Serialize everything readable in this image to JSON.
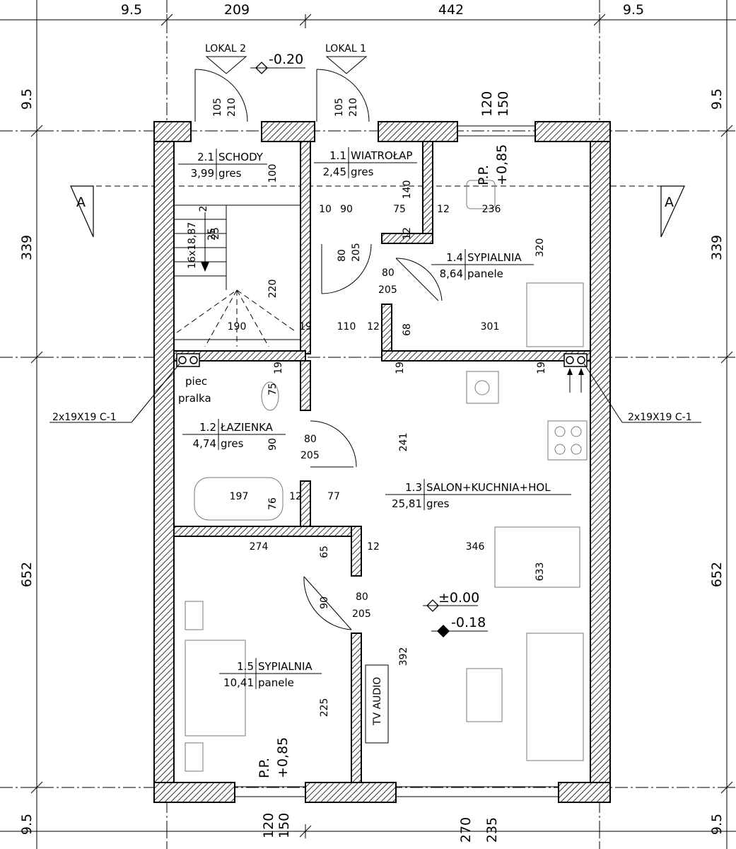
{
  "dimensions": {
    "top": [
      "9.5",
      "209",
      "442",
      "9.5"
    ],
    "bottom": [
      "270",
      "235"
    ],
    "left": [
      "9.5",
      "339",
      "652",
      "9.5"
    ],
    "right": [
      "9.5",
      "339",
      "652",
      "9.5"
    ],
    "inner": [
      "100",
      "140",
      "10",
      "90",
      "75",
      "12",
      "236",
      "220",
      "190",
      "19",
      "110",
      "12",
      "68",
      "301",
      "320",
      "75",
      "90",
      "197",
      "12",
      "77",
      "76",
      "241",
      "274",
      "65",
      "12",
      "346",
      "633",
      "90",
      "392",
      "225",
      "19",
      "19",
      "25",
      "2",
      "19",
      "12"
    ]
  },
  "doors": [
    {
      "w": "105",
      "h": "210"
    },
    {
      "w": "105",
      "h": "210"
    },
    {
      "w": "120",
      "h": "150"
    },
    {
      "w": "80",
      "h": "205"
    },
    {
      "w": "80",
      "h": "205"
    },
    {
      "w": "80",
      "h": "205"
    },
    {
      "w": "80",
      "h": "205"
    },
    {
      "w": "120",
      "h": "150"
    }
  ],
  "entrances": [
    "LOKAL 2",
    "LOKAL 1"
  ],
  "levels": {
    "entrance": "-0.20",
    "main": "±0.00",
    "secondary": "-0.18"
  },
  "windows": {
    "sill_top": "P.P.",
    "sill_top_val": "+0,85",
    "sill_bottom": "P.P.",
    "sill_bottom_val": "+0,85"
  },
  "section": {
    "mark_left": "A",
    "mark_right": "A"
  },
  "chimney": {
    "left": "2x19X19 C-1",
    "right": "2x19X19 C-1"
  },
  "stairs": {
    "count": "16x18,87",
    "tread": "25"
  },
  "rooms": [
    {
      "number": "2.1",
      "name": "SCHODY",
      "area": "3,99",
      "floor": "gres"
    },
    {
      "number": "1.1",
      "name": "WIATROŁAP",
      "area": "2,45",
      "floor": "gres"
    },
    {
      "number": "1.4",
      "name": "SYPIALNIA",
      "area": "8,64",
      "floor": "panele"
    },
    {
      "number": "1.2",
      "name": "ŁAZIENKA",
      "area": "4,74",
      "floor": "gres"
    },
    {
      "number": "1.3",
      "name": "SALON+KUCHNIA+HOL",
      "area": "25,81",
      "floor": "gres"
    },
    {
      "number": "1.5",
      "name": "SYPIALNIA",
      "area": "10,41",
      "floor": "panele"
    }
  ],
  "equipment": {
    "stove": "piec",
    "washer": "pralka",
    "tv": "TV AUDIO"
  }
}
